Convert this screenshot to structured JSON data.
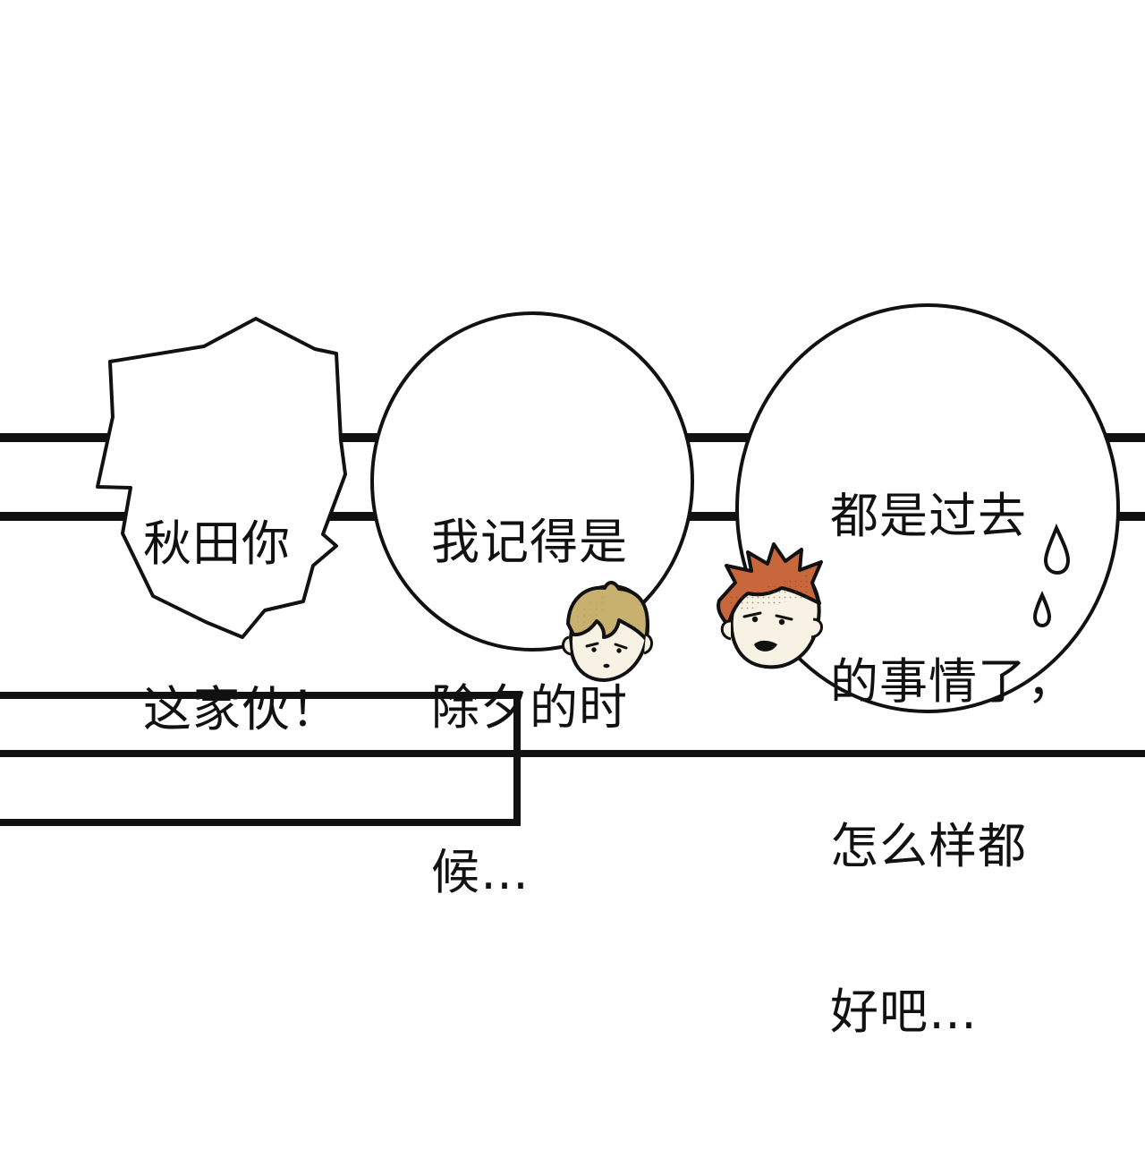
{
  "panel": {
    "bubbles": [
      {
        "shape": "spiky",
        "lines": [
          "秋田你",
          "这家伙！"
        ]
      },
      {
        "shape": "round",
        "lines": [
          "我记得是",
          "除夕的时",
          "候…"
        ]
      },
      {
        "shape": "round",
        "lines": [
          "都是过去",
          "的事情了，",
          "怎么样都",
          "好吧…"
        ]
      }
    ],
    "characters": [
      {
        "name": "light-brown-haired-boy",
        "expression": "neutral"
      },
      {
        "name": "orange-haired-boy",
        "expression": "annoyed"
      }
    ],
    "colors": {
      "ink": "#111111",
      "paper": "#ffffff",
      "light_brown_hair": "#c8b16f",
      "orange_hair": "#c9673c",
      "skin": "#f8f2e5",
      "sweat": "#ffffff"
    }
  }
}
